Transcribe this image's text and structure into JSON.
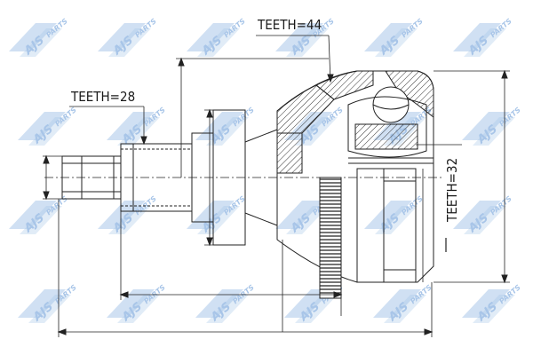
{
  "labels": {
    "teeth_outer": "TEETH=44",
    "teeth_shaft": "TEETH=28",
    "teeth_inner": "TEETH=32"
  },
  "watermark": {
    "brand": "AJS",
    "suffix": "PARTS",
    "color": "#9fbfe6",
    "icon": "ajs-parts-logo-icon"
  }
}
